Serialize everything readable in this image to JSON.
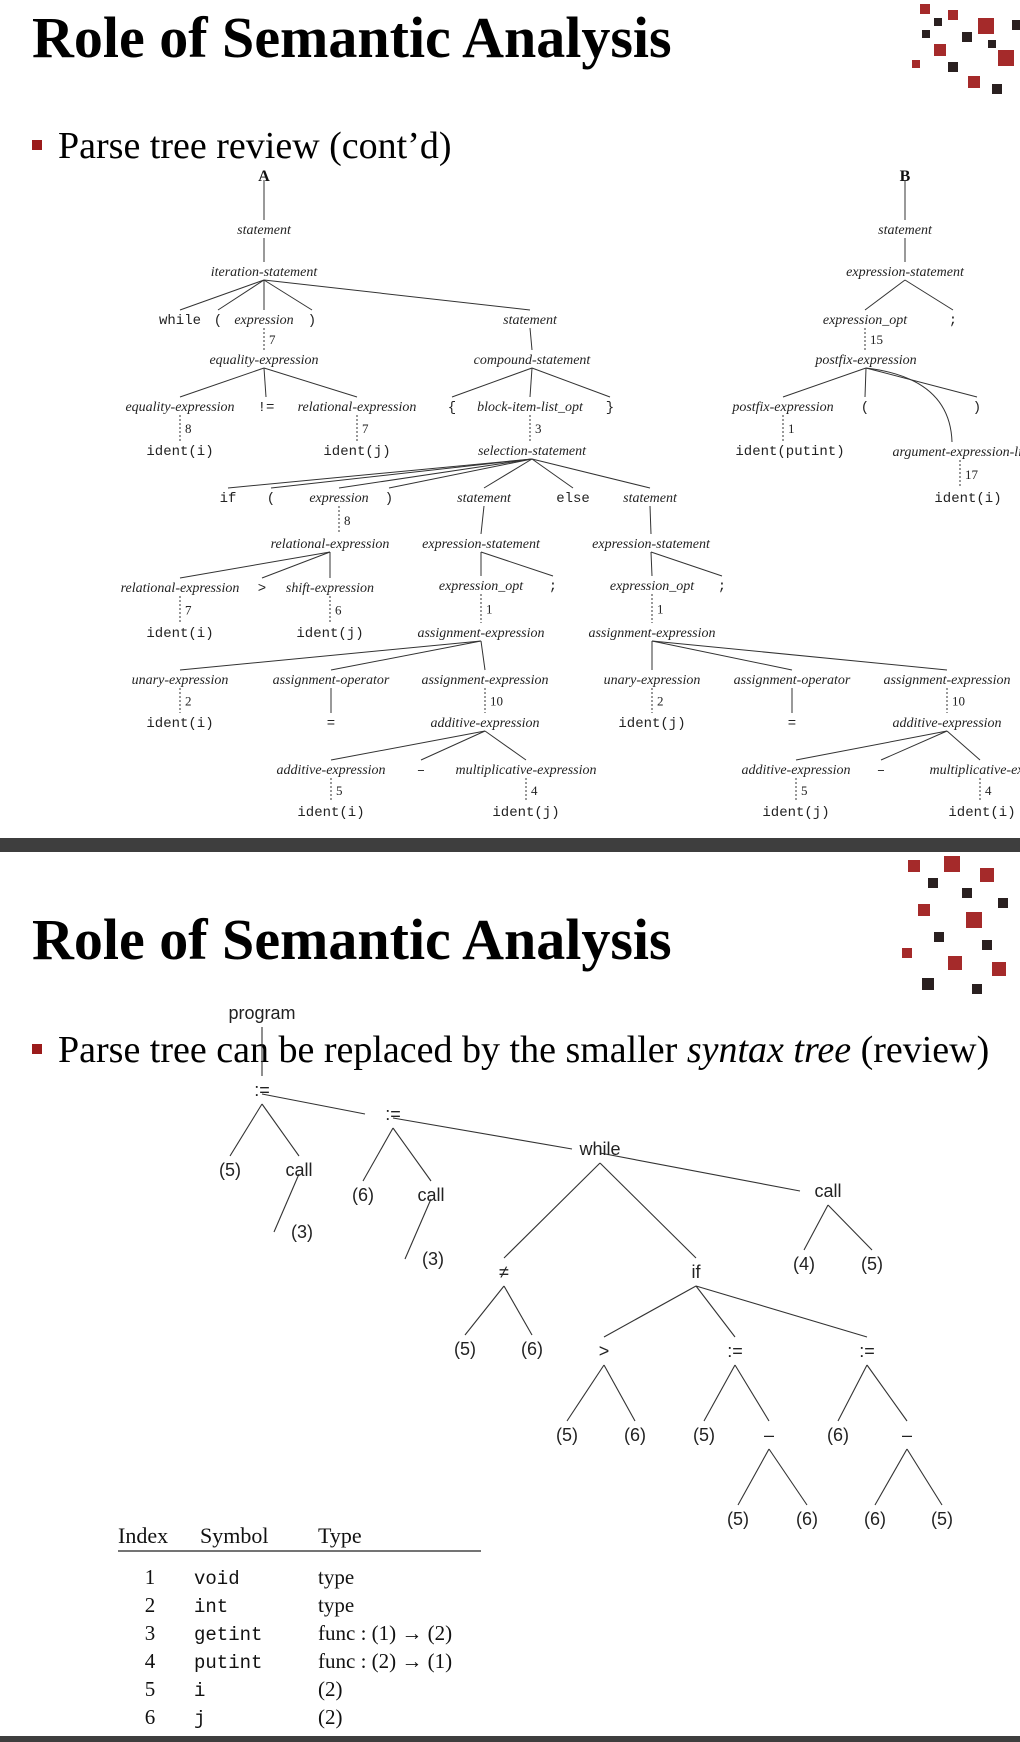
{
  "slide1": {
    "title": "Role of Semantic Analysis",
    "bullet": "Parse tree review (cont’d)",
    "tree_a_label": "A",
    "tree_b_label": "B"
  },
  "slide2": {
    "title": "Role of Semantic Analysis",
    "bullet_before": "Parse tree can be replaced by the smaller ",
    "bullet_italic": "syntax tree",
    "bullet_after": " (review)"
  },
  "parse_tree": {
    "nodes": [
      {
        "id": "a_stmt",
        "t": "statement",
        "k": "label"
      },
      {
        "id": "a_iter",
        "t": "iteration-statement",
        "k": "label"
      },
      {
        "id": "a_while",
        "t": "while",
        "k": "code"
      },
      {
        "id": "a_lp1",
        "t": "(",
        "k": "code"
      },
      {
        "id": "a_expr1",
        "t": "expression",
        "k": "label"
      },
      {
        "id": "a_rp1",
        "t": ")",
        "k": "code"
      },
      {
        "id": "a_stmt2",
        "t": "statement",
        "k": "label"
      },
      {
        "id": "a_eq1",
        "t": "equality-expression",
        "k": "label"
      },
      {
        "id": "a_comp",
        "t": "compound-statement",
        "k": "label"
      },
      {
        "id": "a_eq2",
        "t": "equality-expression",
        "k": "label"
      },
      {
        "id": "a_ne",
        "t": "!=",
        "k": "code"
      },
      {
        "id": "a_rel1",
        "t": "relational-expression",
        "k": "label"
      },
      {
        "id": "a_lb",
        "t": "{",
        "k": "code"
      },
      {
        "id": "a_bil",
        "t": "block-item-list_opt",
        "k": "label"
      },
      {
        "id": "a_rb",
        "t": "}",
        "k": "code"
      },
      {
        "id": "a_id_i1",
        "t": "ident(i)",
        "k": "code"
      },
      {
        "id": "a_id_j1",
        "t": "ident(j)",
        "k": "code"
      },
      {
        "id": "a_sel",
        "t": "selection-statement",
        "k": "label"
      },
      {
        "id": "a_if",
        "t": "if",
        "k": "code"
      },
      {
        "id": "a_lp2",
        "t": "(",
        "k": "code"
      },
      {
        "id": "a_expr2",
        "t": "expression",
        "k": "label"
      },
      {
        "id": "a_rp2",
        "t": ")",
        "k": "code"
      },
      {
        "id": "a_stmt3",
        "t": "statement",
        "k": "label"
      },
      {
        "id": "a_else",
        "t": "else",
        "k": "code"
      },
      {
        "id": "a_stmt4",
        "t": "statement",
        "k": "label"
      },
      {
        "id": "a_rel2",
        "t": "relational-expression",
        "k": "label"
      },
      {
        "id": "a_es1",
        "t": "expression-statement",
        "k": "label"
      },
      {
        "id": "a_es2",
        "t": "expression-statement",
        "k": "label"
      },
      {
        "id": "a_rel3",
        "t": "relational-expression",
        "k": "label"
      },
      {
        "id": "a_gt",
        "t": ">",
        "k": "code"
      },
      {
        "id": "a_shift",
        "t": "shift-expression",
        "k": "label"
      },
      {
        "id": "a_eo1",
        "t": "expression_opt",
        "k": "label"
      },
      {
        "id": "a_semi1",
        "t": ";",
        "k": "code"
      },
      {
        "id": "a_eo2",
        "t": "expression_opt",
        "k": "label"
      },
      {
        "id": "a_semi2",
        "t": ";",
        "k": "code"
      },
      {
        "id": "a_id_i2",
        "t": "ident(i)",
        "k": "code"
      },
      {
        "id": "a_id_j2",
        "t": "ident(j)",
        "k": "code"
      },
      {
        "id": "a_asg1",
        "t": "assignment-expression",
        "k": "label"
      },
      {
        "id": "a_asg2",
        "t": "assignment-expression",
        "k": "label"
      },
      {
        "id": "a_un1",
        "t": "unary-expression",
        "k": "label"
      },
      {
        "id": "a_ao1",
        "t": "assignment-operator",
        "k": "label"
      },
      {
        "id": "a_asg3",
        "t": "assignment-expression",
        "k": "label"
      },
      {
        "id": "a_un2",
        "t": "unary-expression",
        "k": "label"
      },
      {
        "id": "a_ao2",
        "t": "assignment-operator",
        "k": "label"
      },
      {
        "id": "a_asg4",
        "t": "assignment-expression",
        "k": "label"
      },
      {
        "id": "a_id_i3",
        "t": "ident(i)",
        "k": "code"
      },
      {
        "id": "a_eqs1",
        "t": "=",
        "k": "code"
      },
      {
        "id": "a_add1",
        "t": "additive-expression",
        "k": "label"
      },
      {
        "id": "a_id_j3",
        "t": "ident(j)",
        "k": "code"
      },
      {
        "id": "a_eqs2",
        "t": "=",
        "k": "code"
      },
      {
        "id": "a_add2",
        "t": "additive-expression",
        "k": "label"
      },
      {
        "id": "a_add3",
        "t": "additive-expression",
        "k": "label"
      },
      {
        "id": "a_minus1",
        "t": "–",
        "k": "code"
      },
      {
        "id": "a_mul1",
        "t": "multiplicative-expression",
        "k": "label"
      },
      {
        "id": "a_add4",
        "t": "additive-expression",
        "k": "label"
      },
      {
        "id": "a_minus2",
        "t": "–",
        "k": "code"
      },
      {
        "id": "a_mul2",
        "t": "multiplicative-exp",
        "k": "label"
      },
      {
        "id": "a_id_i4",
        "t": "ident(i)",
        "k": "code"
      },
      {
        "id": "a_id_j4",
        "t": "ident(j)",
        "k": "code"
      },
      {
        "id": "a_id_j5",
        "t": "ident(j)",
        "k": "code"
      },
      {
        "id": "a_id_i5",
        "t": "ident(i)",
        "k": "code"
      },
      {
        "id": "b_stmt",
        "t": "statement",
        "k": "label"
      },
      {
        "id": "b_es",
        "t": "expression-statement",
        "k": "label"
      },
      {
        "id": "b_eo",
        "t": "expression_opt",
        "k": "label"
      },
      {
        "id": "b_semi",
        "t": ";",
        "k": "code"
      },
      {
        "id": "b_pf1",
        "t": "postfix-expression",
        "k": "label"
      },
      {
        "id": "b_pf2",
        "t": "postfix-expression",
        "k": "label"
      },
      {
        "id": "b_lp",
        "t": "(",
        "k": "code"
      },
      {
        "id": "b_rp",
        "t": ")",
        "k": "code"
      },
      {
        "id": "b_put",
        "t": "ident(putint)",
        "k": "code"
      },
      {
        "id": "b_argl",
        "t": "argument-expression-lis",
        "k": "label"
      },
      {
        "id": "b_id_i",
        "t": "ident(i)",
        "k": "code"
      }
    ],
    "edges": [
      [
        "A",
        "a_stmt"
      ],
      [
        "a_stmt",
        "a_iter"
      ],
      [
        "a_iter",
        "a_while"
      ],
      [
        "a_iter",
        "a_lp1"
      ],
      [
        "a_iter",
        "a_expr1"
      ],
      [
        "a_iter",
        "a_rp1"
      ],
      [
        "a_iter",
        "a_stmt2"
      ],
      [
        "a_eq1",
        "a_eq2"
      ],
      [
        "a_eq1",
        "a_ne"
      ],
      [
        "a_eq1",
        "a_rel1"
      ],
      [
        "a_stmt2",
        "a_comp"
      ],
      [
        "a_comp",
        "a_lb"
      ],
      [
        "a_comp",
        "a_bil"
      ],
      [
        "a_comp",
        "a_rb"
      ],
      [
        "a_sel",
        "a_if"
      ],
      [
        "a_sel",
        "a_lp2"
      ],
      [
        "a_sel",
        "a_expr2"
      ],
      [
        "a_sel",
        "a_rp2"
      ],
      [
        "a_sel",
        "a_stmt3"
      ],
      [
        "a_sel",
        "a_else"
      ],
      [
        "a_sel",
        "a_stmt4"
      ],
      [
        "a_stmt3",
        "a_es1"
      ],
      [
        "a_stmt4",
        "a_es2"
      ],
      [
        "a_rel2",
        "a_rel3"
      ],
      [
        "a_rel2",
        "a_gt"
      ],
      [
        "a_rel2",
        "a_shift"
      ],
      [
        "a_es1",
        "a_eo1"
      ],
      [
        "a_es1",
        "a_semi1"
      ],
      [
        "a_es2",
        "a_eo2"
      ],
      [
        "a_es2",
        "a_semi2"
      ],
      [
        "a_asg1",
        "a_un1"
      ],
      [
        "a_asg1",
        "a_ao1"
      ],
      [
        "a_asg1",
        "a_asg3"
      ],
      [
        "a_asg2",
        "a_un2"
      ],
      [
        "a_asg2",
        "a_ao2"
      ],
      [
        "a_asg2",
        "a_asg4"
      ],
      [
        "a_ao1",
        "a_eqs1"
      ],
      [
        "a_ao2",
        "a_eqs2"
      ],
      [
        "a_add1",
        "a_add3"
      ],
      [
        "a_add1",
        "a_minus1"
      ],
      [
        "a_add1",
        "a_mul1"
      ],
      [
        "a_add2",
        "a_add4"
      ],
      [
        "a_add2",
        "a_minus2"
      ],
      [
        "a_add2",
        "a_mul2"
      ],
      [
        "B",
        "b_stmt"
      ],
      [
        "b_stmt",
        "b_es"
      ],
      [
        "b_es",
        "b_eo"
      ],
      [
        "b_es",
        "b_semi"
      ],
      [
        "b_pf1",
        "b_pf2"
      ],
      [
        "b_pf1",
        "b_lp"
      ],
      [
        "b_pf1",
        "b_argl"
      ],
      [
        "b_pf1",
        "b_rp"
      ]
    ],
    "dashed": [
      {
        "from": "a_expr1",
        "to": "a_eq1",
        "n": "7"
      },
      {
        "from": "a_eq2",
        "to": "a_id_i1",
        "n": "8"
      },
      {
        "from": "a_rel1",
        "to": "a_id_j1",
        "n": "7"
      },
      {
        "from": "a_bil",
        "to": "a_sel",
        "n": "3"
      },
      {
        "from": "a_expr2",
        "to": "a_rel2",
        "n": "8"
      },
      {
        "from": "a_rel3",
        "to": "a_id_i2",
        "n": "7"
      },
      {
        "from": "a_shift",
        "to": "a_id_j2",
        "n": "6"
      },
      {
        "from": "a_eo1",
        "to": "a_asg1",
        "n": "1"
      },
      {
        "from": "a_eo2",
        "to": "a_asg2",
        "n": "1"
      },
      {
        "from": "a_un1",
        "to": "a_id_i3",
        "n": "2"
      },
      {
        "from": "a_asg3",
        "to": "a_add1",
        "n": "10"
      },
      {
        "from": "a_un2",
        "to": "a_id_j3",
        "n": "2"
      },
      {
        "from": "a_asg4",
        "to": "a_add2",
        "n": "10"
      },
      {
        "from": "a_add3",
        "to": "a_id_i4",
        "n": "5"
      },
      {
        "from": "a_mul1",
        "to": "a_id_j4",
        "n": "4"
      },
      {
        "from": "a_add4",
        "to": "a_id_j5",
        "n": "5"
      },
      {
        "from": "a_mul2",
        "to": "a_id_i5",
        "n": "4"
      },
      {
        "from": "b_eo",
        "to": "b_pf1",
        "n": "15"
      },
      {
        "from": "b_pf2",
        "to": "b_put",
        "n": "1"
      },
      {
        "from": "b_argl",
        "to": "b_id_i",
        "n": "17"
      }
    ]
  },
  "syntax_tree": {
    "nodes": [
      {
        "id": "program",
        "t": "program"
      },
      {
        "id": "asg1",
        "t": ":="
      },
      {
        "id": "n5a",
        "t": "(5)"
      },
      {
        "id": "call1",
        "t": "call"
      },
      {
        "id": "n3a",
        "t": "(3)"
      },
      {
        "id": "asg2",
        "t": ":="
      },
      {
        "id": "n6a",
        "t": "(6)"
      },
      {
        "id": "call2",
        "t": "call"
      },
      {
        "id": "n3b",
        "t": "(3)"
      },
      {
        "id": "while",
        "t": "while"
      },
      {
        "id": "ne",
        "t": "≠"
      },
      {
        "id": "n5b",
        "t": "(5)"
      },
      {
        "id": "n6b",
        "t": "(6)"
      },
      {
        "id": "if",
        "t": "if"
      },
      {
        "id": "call3",
        "t": "call"
      },
      {
        "id": "n4",
        "t": "(4)"
      },
      {
        "id": "n5c",
        "t": "(5)"
      },
      {
        "id": "gt",
        "t": ">"
      },
      {
        "id": "n5d",
        "t": "(5)"
      },
      {
        "id": "n6c",
        "t": "(6)"
      },
      {
        "id": "asg3",
        "t": ":="
      },
      {
        "id": "n5e",
        "t": "(5)"
      },
      {
        "id": "min1",
        "t": "–"
      },
      {
        "id": "n5f",
        "t": "(5)"
      },
      {
        "id": "n6d",
        "t": "(6)"
      },
      {
        "id": "asg4",
        "t": ":="
      },
      {
        "id": "n6e",
        "t": "(6)"
      },
      {
        "id": "min2",
        "t": "–"
      },
      {
        "id": "n6f",
        "t": "(6)"
      },
      {
        "id": "n5g",
        "t": "(5)"
      }
    ],
    "edges": [
      [
        "program",
        "asg1"
      ],
      [
        "asg1",
        "n5a"
      ],
      [
        "asg1",
        "call1"
      ],
      [
        "call1",
        "n3a"
      ],
      [
        "asg1",
        "asg2"
      ],
      [
        "asg2",
        "n6a"
      ],
      [
        "asg2",
        "call2"
      ],
      [
        "call2",
        "n3b"
      ],
      [
        "asg2",
        "while"
      ],
      [
        "while",
        "ne"
      ],
      [
        "while",
        "if"
      ],
      [
        "while",
        "call3"
      ],
      [
        "ne",
        "n5b"
      ],
      [
        "ne",
        "n6b"
      ],
      [
        "call3",
        "n4"
      ],
      [
        "call3",
        "n5c"
      ],
      [
        "if",
        "gt"
      ],
      [
        "if",
        "asg3"
      ],
      [
        "if",
        "asg4"
      ],
      [
        "gt",
        "n5d"
      ],
      [
        "gt",
        "n6c"
      ],
      [
        "asg3",
        "n5e"
      ],
      [
        "asg3",
        "min1"
      ],
      [
        "min1",
        "n5f"
      ],
      [
        "min1",
        "n6d"
      ],
      [
        "asg4",
        "n6e"
      ],
      [
        "asg4",
        "min2"
      ],
      [
        "min2",
        "n6f"
      ],
      [
        "min2",
        "n5g"
      ]
    ]
  },
  "symbol_table": {
    "headers": [
      "Index",
      "Symbol",
      "Type"
    ],
    "rows": [
      [
        "1",
        "void",
        "type"
      ],
      [
        "2",
        "int",
        "type"
      ],
      [
        "3",
        "getint",
        "func : (1) → (2)"
      ],
      [
        "4",
        "putint",
        "func : (2) → (1)"
      ],
      [
        "5",
        "i",
        "(2)"
      ],
      [
        "6",
        "j",
        "(2)"
      ]
    ]
  },
  "colors": {
    "bullet_mark": "#9b1b1b",
    "separator": "#3e3e3e",
    "embroidery_red": "#a52a2a",
    "embroidery_dark": "#2a2020"
  }
}
